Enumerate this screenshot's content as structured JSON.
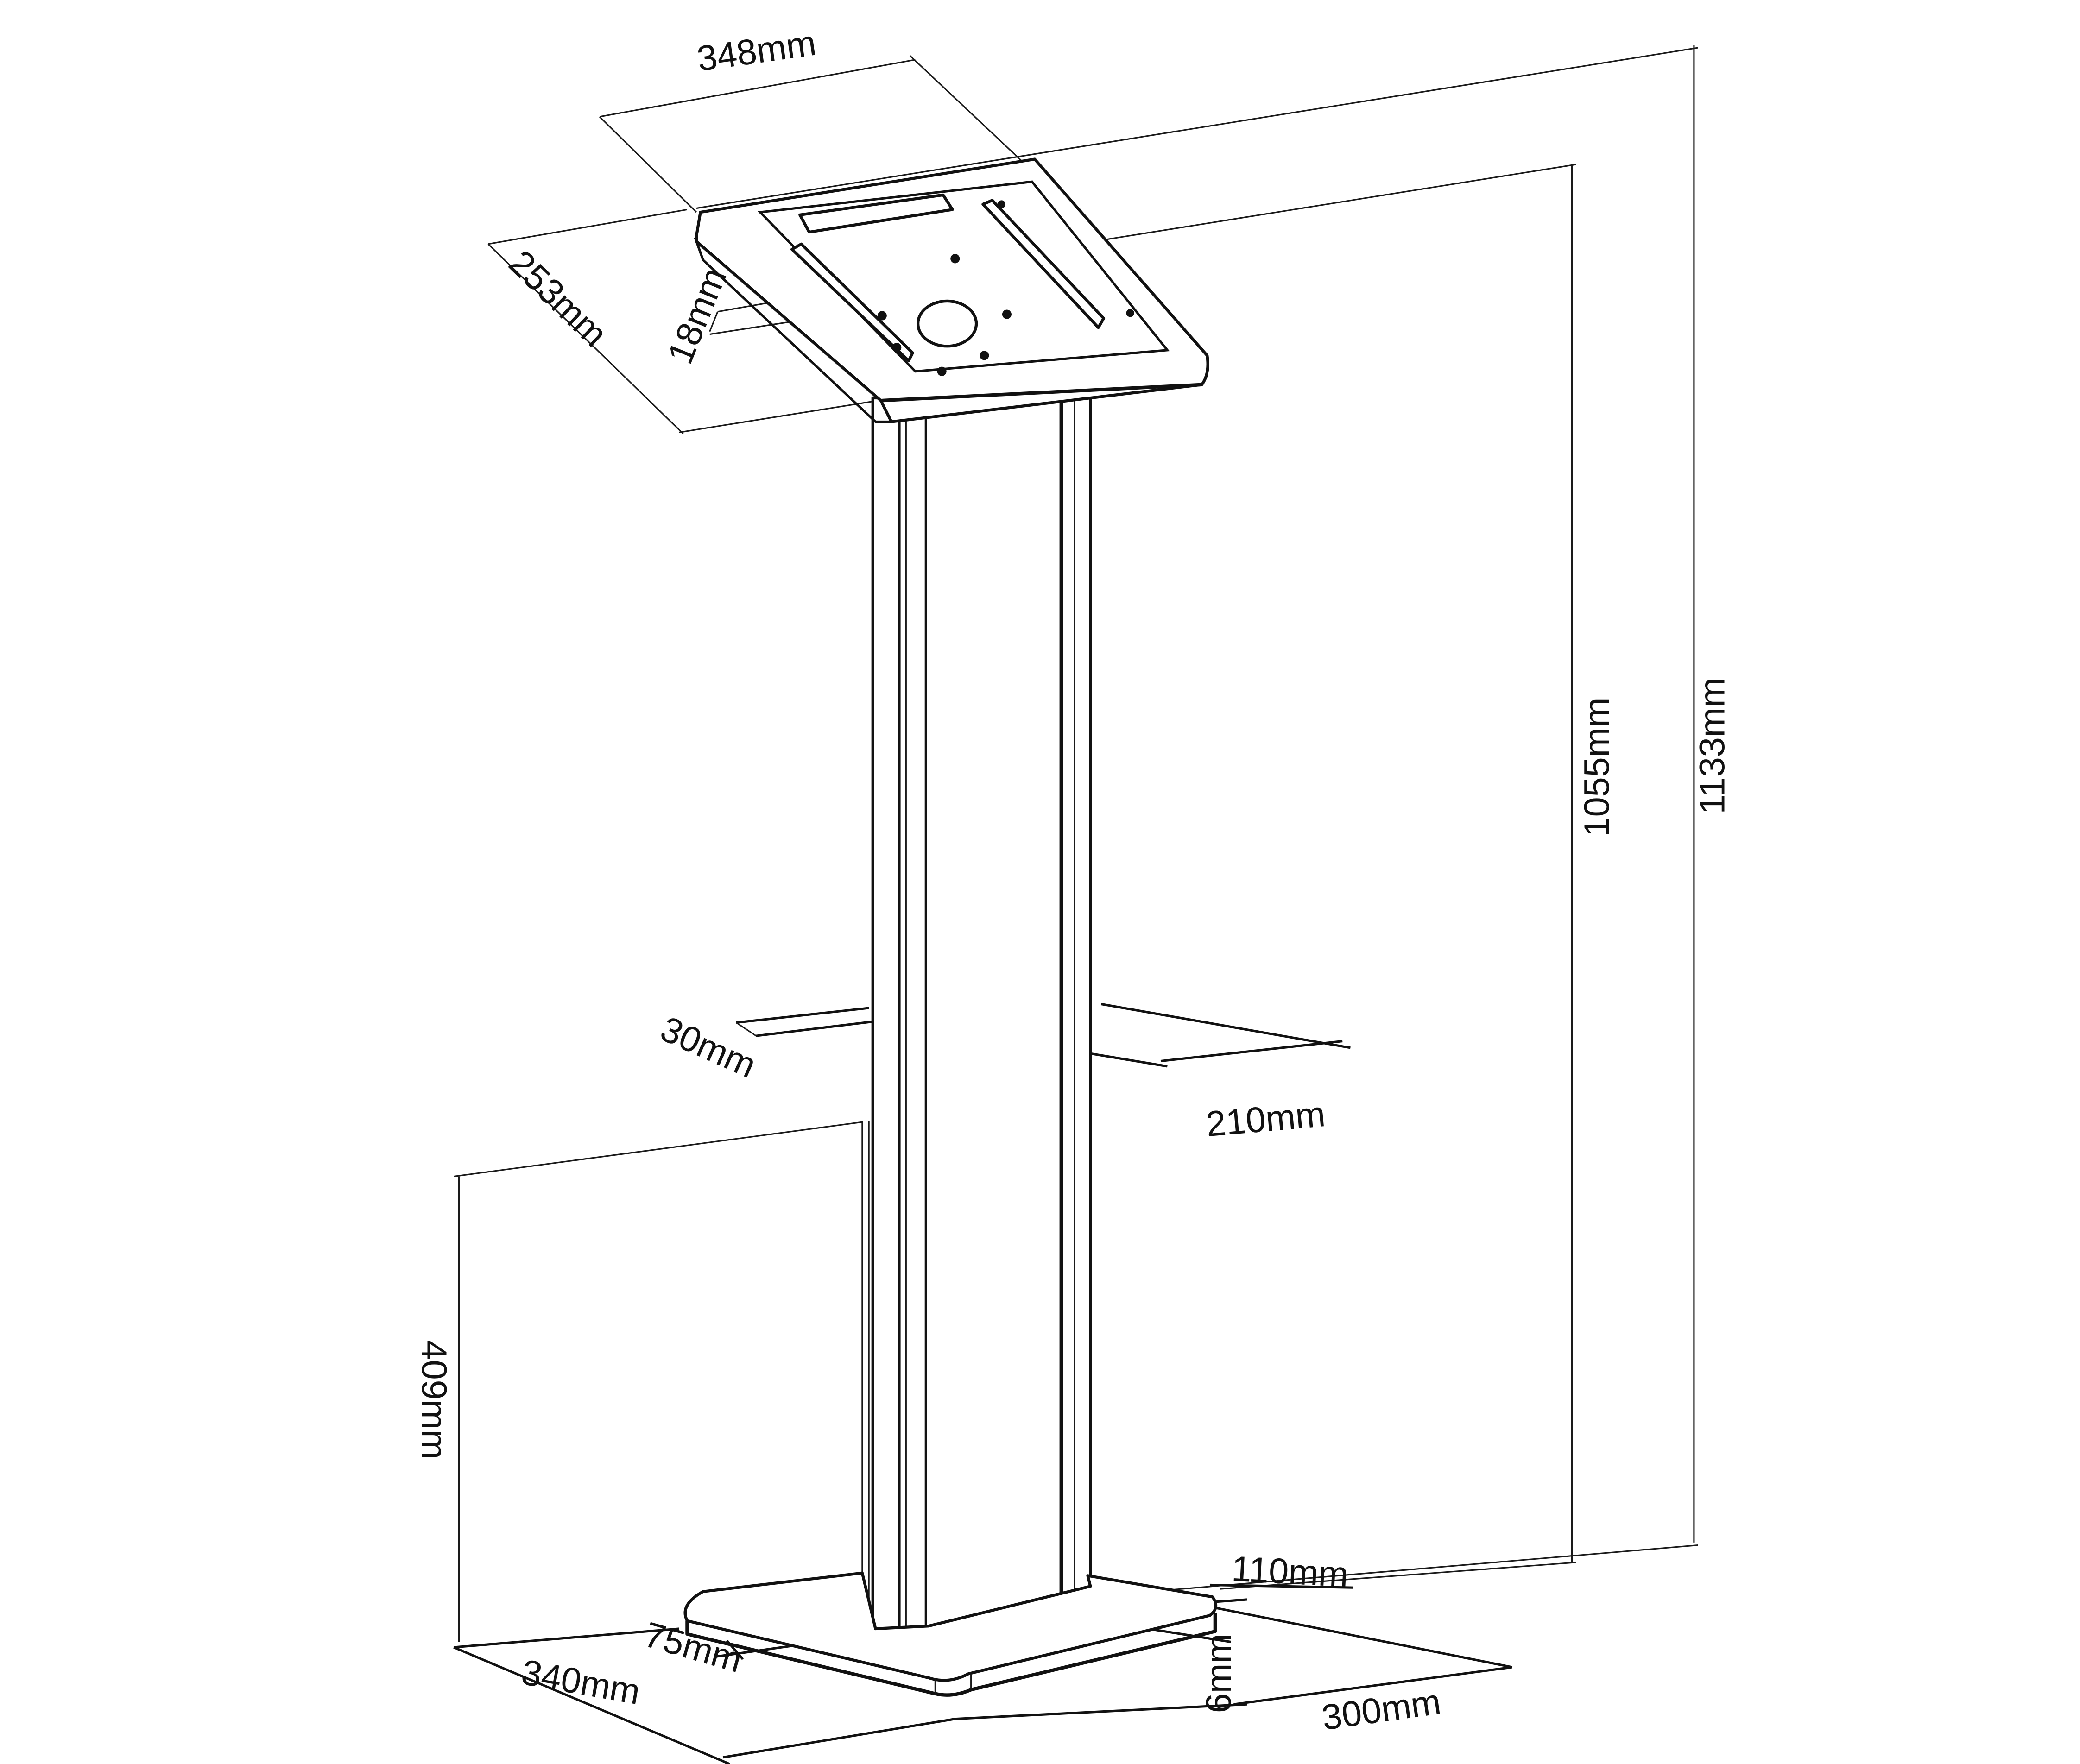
{
  "diagram": {
    "title": "Floor stand tablet kiosk dimension drawing",
    "colors": {
      "line": "#111111",
      "background": "#ffffff"
    },
    "dimensions": {
      "head_width": "348mm",
      "head_depth": "253mm",
      "head_thickness": "18mm",
      "column_depth": "30mm",
      "column_width": "210mm",
      "total_height": "1133mm",
      "head_height": "1055mm",
      "cable_cover_height": "409mm",
      "base_front_offset": "110mm",
      "column_offset": "75mm",
      "base_depth": "340mm",
      "base_thickness": "6mm",
      "base_width": "300mm"
    }
  }
}
